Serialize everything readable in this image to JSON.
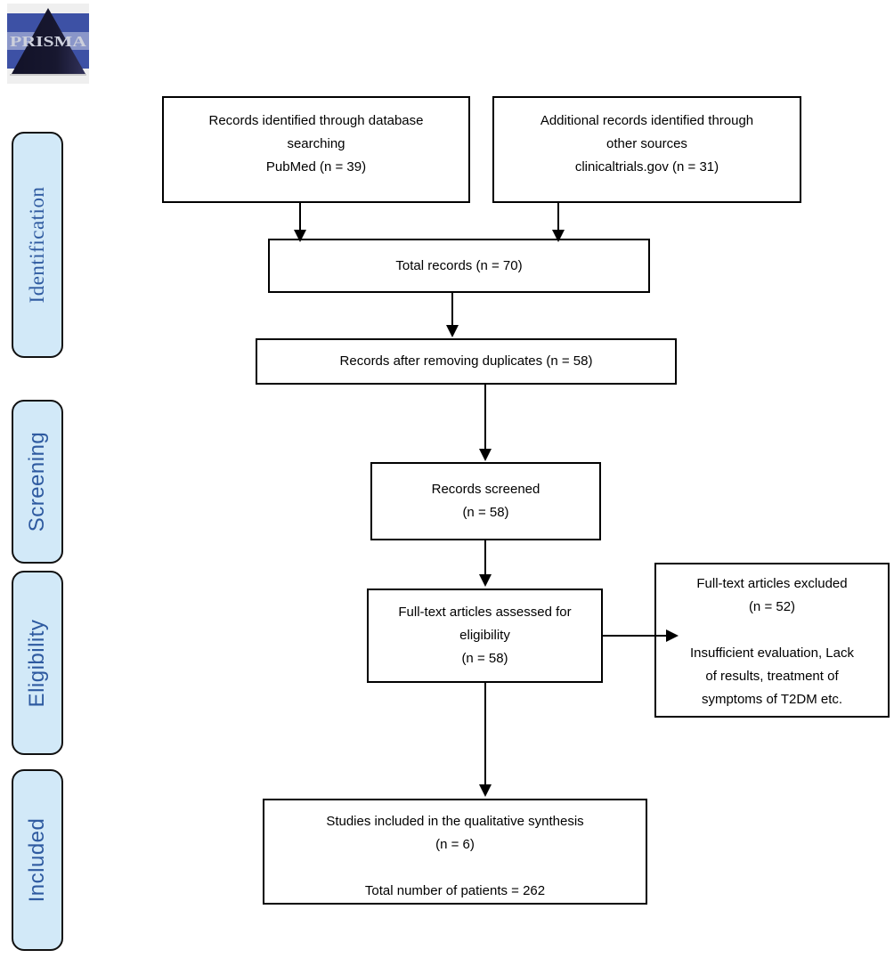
{
  "logo": {
    "text": "PRISMA"
  },
  "stages": [
    {
      "id": "identification",
      "label": "Identification"
    },
    {
      "id": "screening",
      "label": "Screening"
    },
    {
      "id": "eligibility",
      "label": "Eligibility"
    },
    {
      "id": "included",
      "label": "Included"
    }
  ],
  "boxes": [
    {
      "id": "records-identified",
      "lines": [
        "Records identified through database",
        "searching",
        "PubMed (n = 39)"
      ]
    },
    {
      "id": "additional-records",
      "lines": [
        "Additional records identified through",
        "other sources",
        "clinicaltrials.gov (n = 31)"
      ]
    },
    {
      "id": "total-records",
      "lines": [
        "Total records (n = 70)"
      ]
    },
    {
      "id": "duplicates-removed",
      "lines": [
        "Records after removing duplicates (n = 58)"
      ]
    },
    {
      "id": "records-screened",
      "lines": [
        "Records screened",
        "(n = 58)"
      ]
    },
    {
      "id": "fulltext-assessed",
      "lines": [
        "Full-text articles assessed for",
        "eligibility",
        "(n = 58)"
      ]
    },
    {
      "id": "fulltext-excluded",
      "lines": [
        "Full-text articles excluded",
        "(n = 52)",
        "",
        "Insufficient evaluation, Lack",
        "of results, treatment of",
        "symptoms of T2DM etc."
      ]
    },
    {
      "id": "studies-included",
      "lines": [
        "Studies included in the qualitative synthesis",
        "(n = 6)",
        "",
        "Total number of patients = 262"
      ]
    }
  ],
  "colors": {
    "stage_fill": "#D2E9F8",
    "stage_border": "#111111",
    "stage_text": "#2E5AA0",
    "box_border": "#000000",
    "arrow": "#000000",
    "logo_blue": "#3D51A5",
    "logo_light_blue": "#8A96C9",
    "logo_triangle": "#17172F",
    "logo_letters": "#CDD0DC"
  }
}
